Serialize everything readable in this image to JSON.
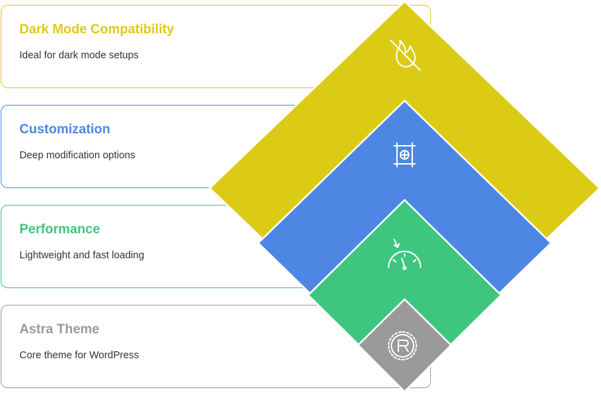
{
  "layers": [
    {
      "title": "Dark Mode Compatibility",
      "description": "Ideal for dark mode setups",
      "color": "#dccb14",
      "icon": "no-fire-icon"
    },
    {
      "title": "Customization",
      "description": "Deep modification options",
      "color": "#4d87e3",
      "icon": "crop-add-icon"
    },
    {
      "title": "Performance",
      "description": "Lightweight and fast loading",
      "color": "#3ec67f",
      "icon": "speedometer-icon"
    },
    {
      "title": "Astra Theme",
      "description": "Core theme for WordPress",
      "color": "#9a9a9a",
      "icon": "rust-gear-icon"
    }
  ]
}
